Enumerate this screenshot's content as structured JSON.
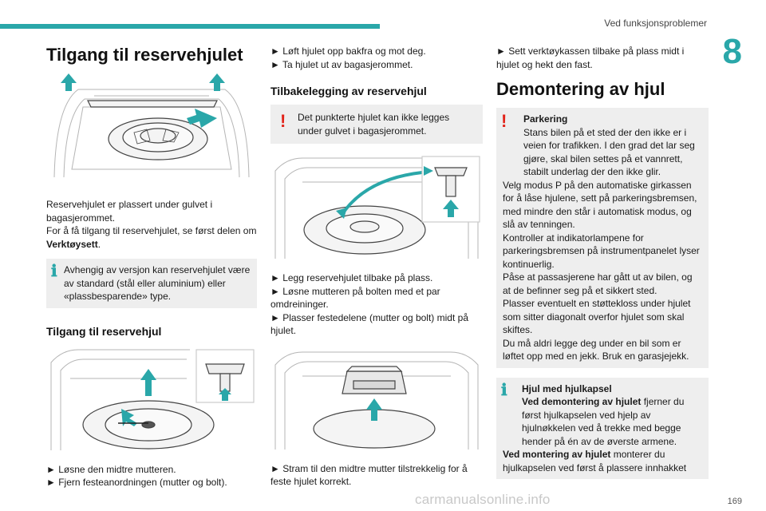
{
  "header": {
    "section_title": "Ved funksjonsproblemer",
    "chapter_number": "8",
    "accent_color": "#2aa7a9"
  },
  "col1": {
    "title": "Tilgang til reservehjulet",
    "para1": "Reservehjulet er plassert under gulvet i bagasjerommet.",
    "para2_prefix": "For å få tilgang til reservehjulet, se først delen om ",
    "para2_bold": "Verktøysett",
    "para2_suffix": ".",
    "info_text": "Avhengig av versjon kan reservehjulet være av standard (stål eller aluminium) eller «plassbesparende» type.",
    "subtitle": "Tilgang til reservehjul",
    "step1": "► Løsne den midtre mutteren.",
    "step2": "► Fjern festeanordningen (mutter og bolt)."
  },
  "col2": {
    "step1": "► Løft hjulet opp bakfra og mot deg.",
    "step2": "► Ta hjulet ut av bagasjerommet.",
    "subtitle": "Tilbakelegging av reservehjul",
    "warn_text": "Det punkterte hjulet kan ikke legges under gulvet i bagasjerommet.",
    "step3": "► Legg reservehjulet tilbake på plass.",
    "step4": "► Løsne mutteren på bolten med et par omdreininger.",
    "step5": "► Plasser festedelene (mutter og bolt) midt på hjulet.",
    "step6": "► Stram til den midtre mutter tilstrekkelig for å feste hjulet korrekt."
  },
  "col3": {
    "step1": "► Sett verktøykassen tilbake på plass midt i hjulet og hekt den fast.",
    "title": "Demontering av hjul",
    "warn_title": "Parkering",
    "warn_lines": [
      "Stans bilen på et sted der den ikke er i veien for trafikken. I den grad det lar seg gjøre, skal bilen settes på et vannrett, stabilt underlag der den ikke glir.",
      "Velg modus P på den automatiske girkassen for å låse hjulene, sett på parkeringsbremsen, med mindre den står i automatisk modus, og slå av tenningen.",
      "Kontroller at indikatorlampene for parkeringsbremsen på instrumentpanelet lyser kontinuerlig.",
      "Påse at passasjerene har gått ut av bilen, og at de befinner seg på et sikkert sted.",
      "Plasser eventuelt en støttekloss under hjulet som sitter diagonalt overfor hjulet som skal skiftes.",
      "Du må aldri legge deg under en bil som er løftet opp med en jekk. Bruk en garasjejekk."
    ],
    "info_title": "Hjul med hjulkapsel",
    "info_bold1": "Ved demontering av hjulet",
    "info_text1": " fjerner du først hjulkapselen ved hjelp av hjulnøkkelen ved å trekke med begge hender på én av de øverste armene.",
    "info_bold2": "Ved montering av hjulet",
    "info_text2": " monterer du hjulkapselen ved først å plassere innhakket"
  },
  "footer": {
    "page_number": "169",
    "watermark": "carmanualsonline.info"
  }
}
